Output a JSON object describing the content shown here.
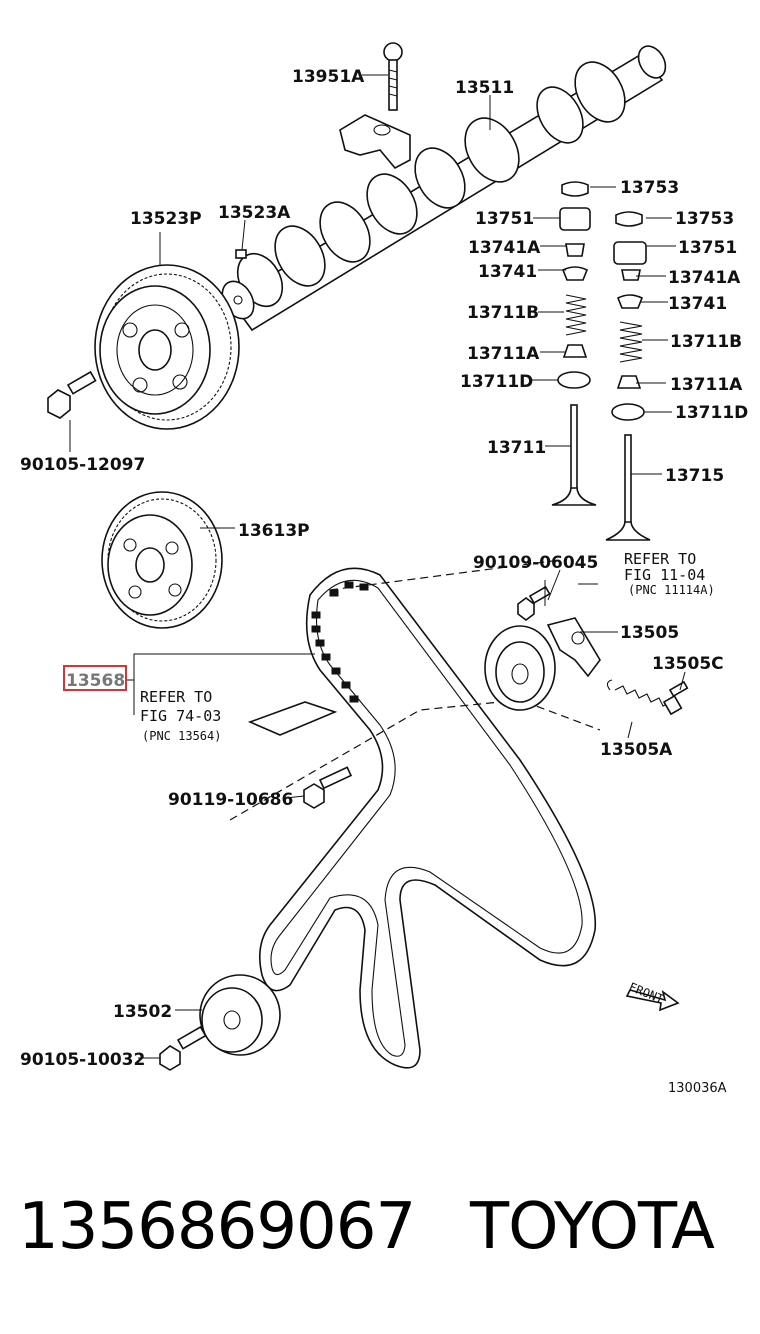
{
  "labels": {
    "p13951A": "13951A",
    "p13511": "13511",
    "p13753a": "13753",
    "p13753b": "13753",
    "p13751a": "13751",
    "p13751b": "13751",
    "p13741Aa": "13741A",
    "p13741Ab": "13741A",
    "p13741a": "13741",
    "p13741b": "13741",
    "p13711Ba": "13711B",
    "p13711Bb": "13711B",
    "p13711Aa": "13711A",
    "p13711Ab": "13711A",
    "p13711Da": "13711D",
    "p13711Db": "13711D",
    "p13711": "13711",
    "p13715": "13715",
    "p13523P": "13523P",
    "p13523A": "13523A",
    "p90105_12097": "90105-12097",
    "p13613P": "13613P",
    "p90109_06045": "90109-06045",
    "ref1_line1": "REFER TO",
    "ref1_line2": "FIG 11-04",
    "ref1_line3": "(PNC 11114A)",
    "p13505": "13505",
    "p13505C": "13505C",
    "p13505A": "13505A",
    "p13568": "13568",
    "ref2_line1": "REFER TO",
    "ref2_line2": "FIG 74-03",
    "ref2_line3": "(PNC 13564)",
    "p90119_10686": "90119-10686",
    "p13502": "13502",
    "p90105_10032": "90105-10032",
    "front": "FRONT",
    "fig_code": "130036A"
  },
  "highlight_color": "#e03030",
  "footer": {
    "part_number": "1356869067",
    "brand": "TOYOTA"
  }
}
